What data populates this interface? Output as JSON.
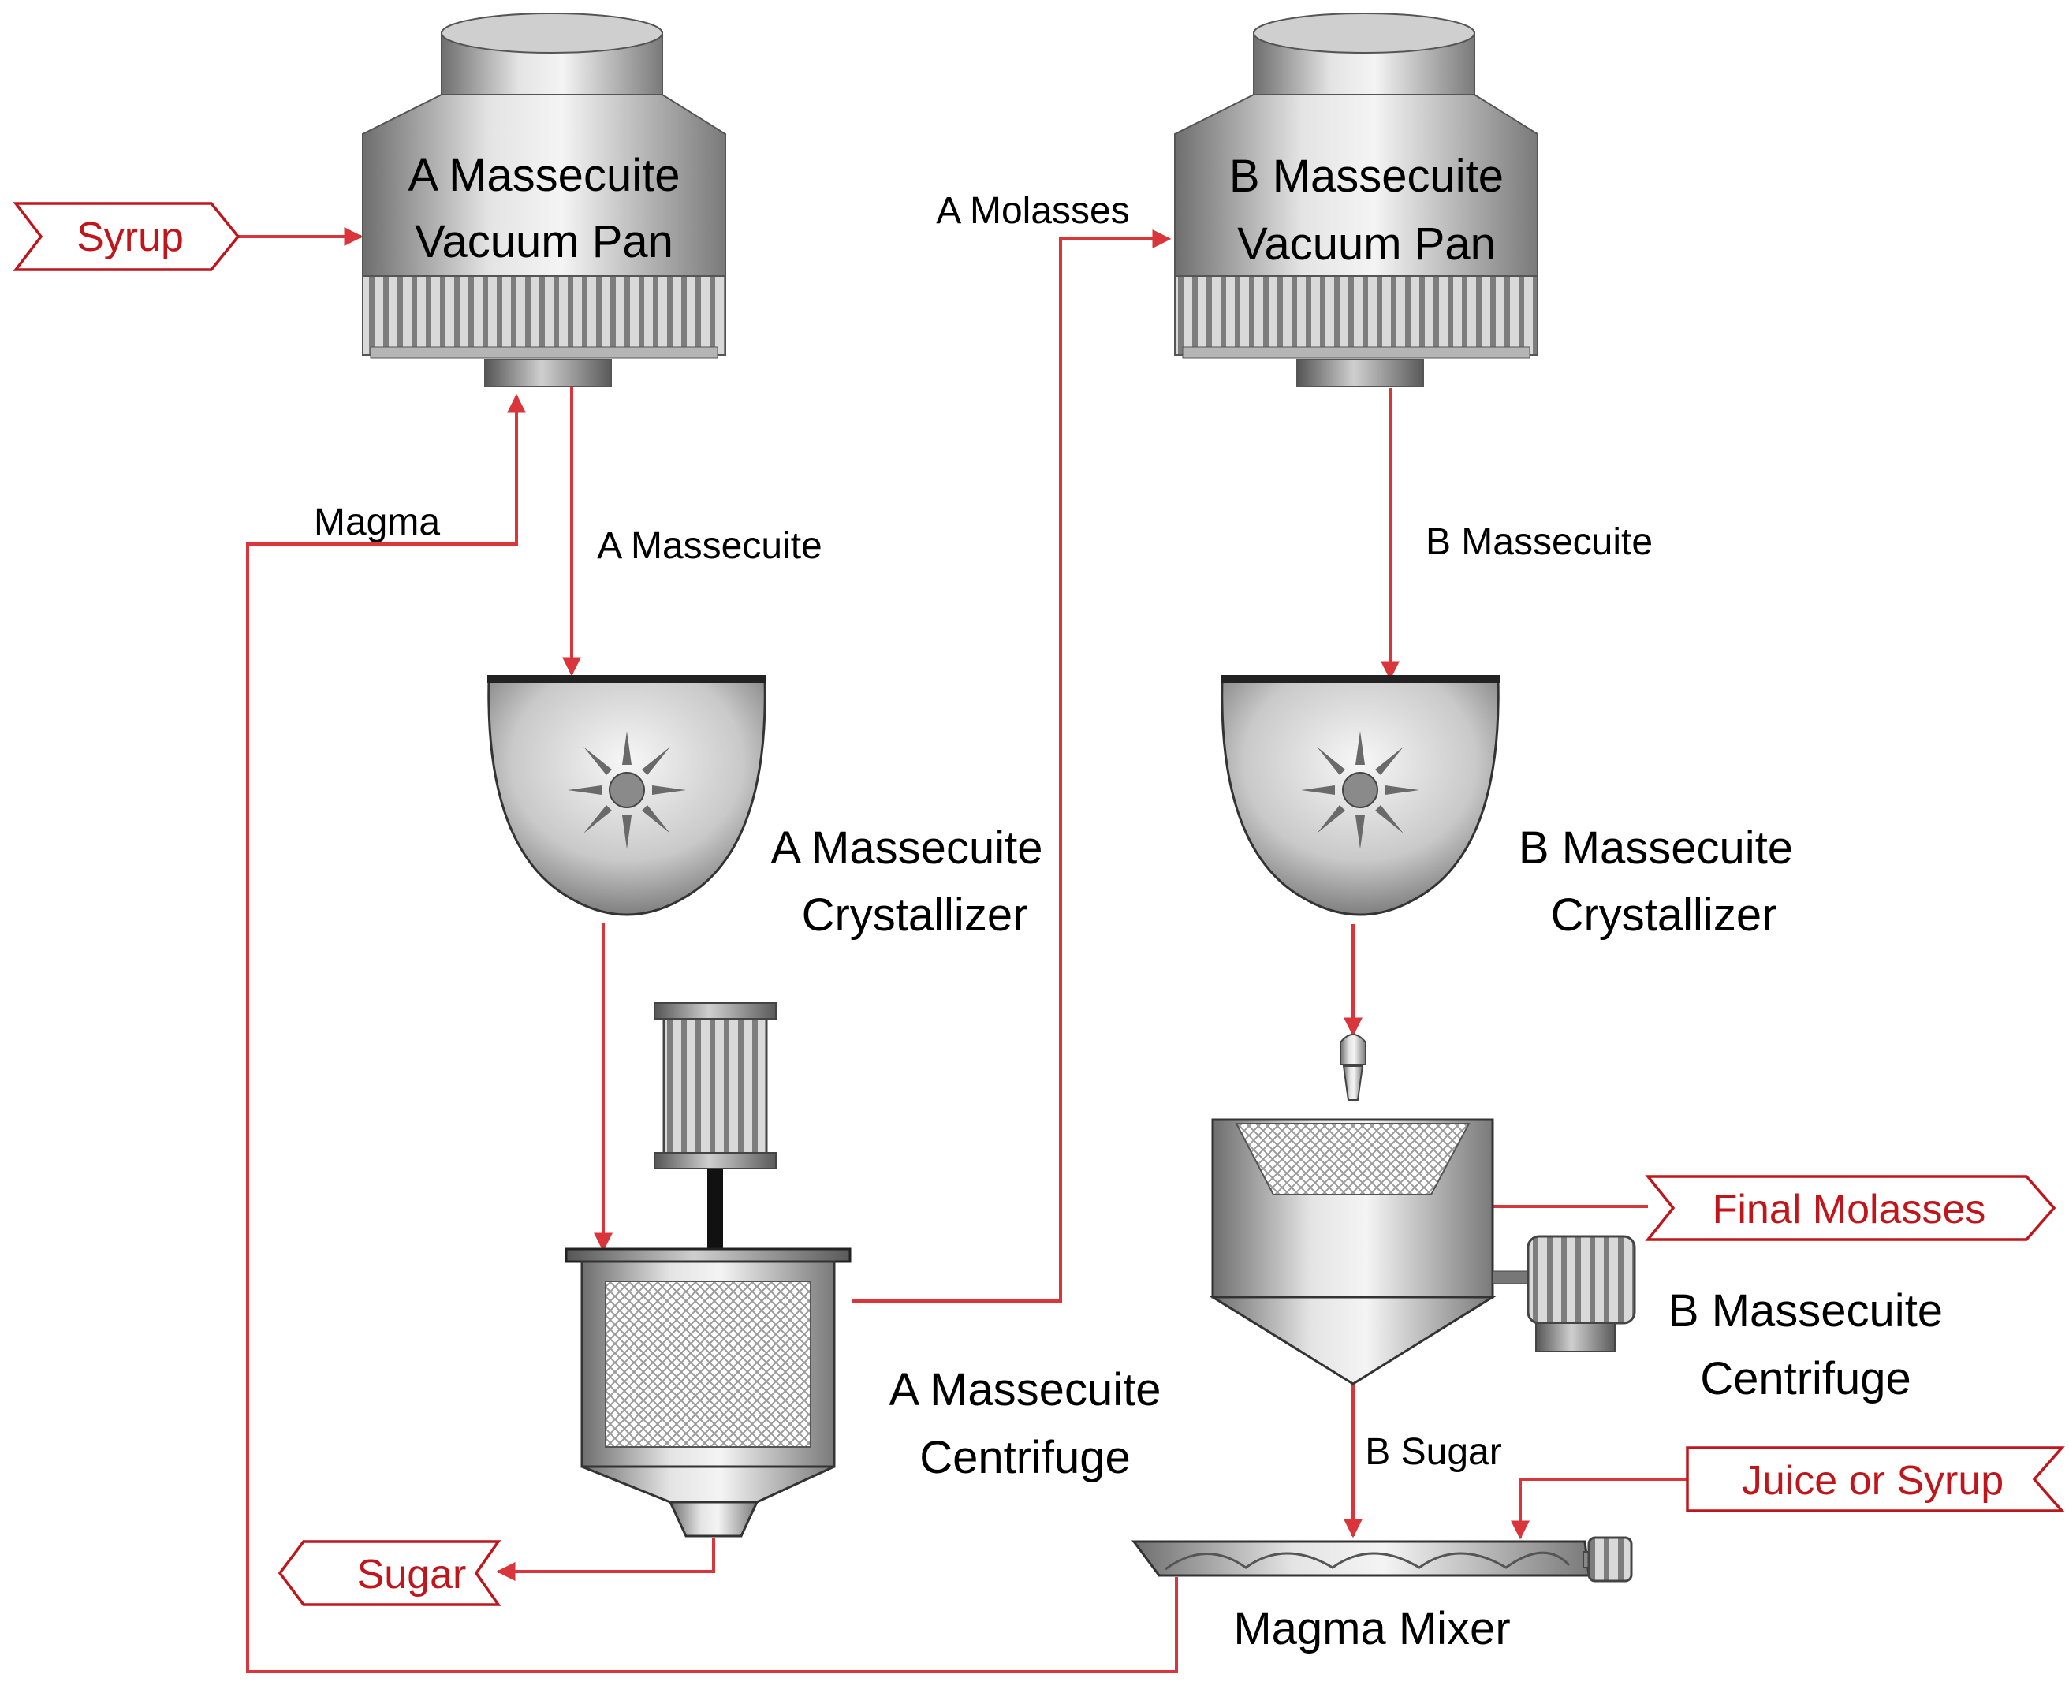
{
  "equipment": {
    "a_vacuum_pan": {
      "line1": "A Massecuite",
      "line2": "Vacuum Pan"
    },
    "b_vacuum_pan": {
      "line1": "B Massecuite",
      "line2": "Vacuum Pan"
    },
    "a_crystallizer": {
      "line1": "A Massecuite",
      "line2": "Crystallizer"
    },
    "b_crystallizer": {
      "line1": "B Massecuite",
      "line2": "Crystallizer"
    },
    "a_centrifuge": {
      "line1": "A Massecuite",
      "line2": "Centrifuge"
    },
    "b_centrifuge": {
      "line1": "B Massecuite",
      "line2": "Centrifuge"
    },
    "magma_mixer": {
      "label": "Magma Mixer"
    }
  },
  "streams": {
    "syrup": "Syrup",
    "a_molasses": "A Molasses",
    "magma": "Magma",
    "a_massecuite": "A Massecuite",
    "b_massecuite": "B Massecuite",
    "final_molasses": "Final Molasses",
    "b_sugar": "B Sugar",
    "juice_or_syrup": "Juice or Syrup",
    "sugar": "Sugar"
  },
  "colors": {
    "flow_line": "#d9353a",
    "io_text": "#c0161b",
    "equipment_gray": "#8a8a8a"
  }
}
